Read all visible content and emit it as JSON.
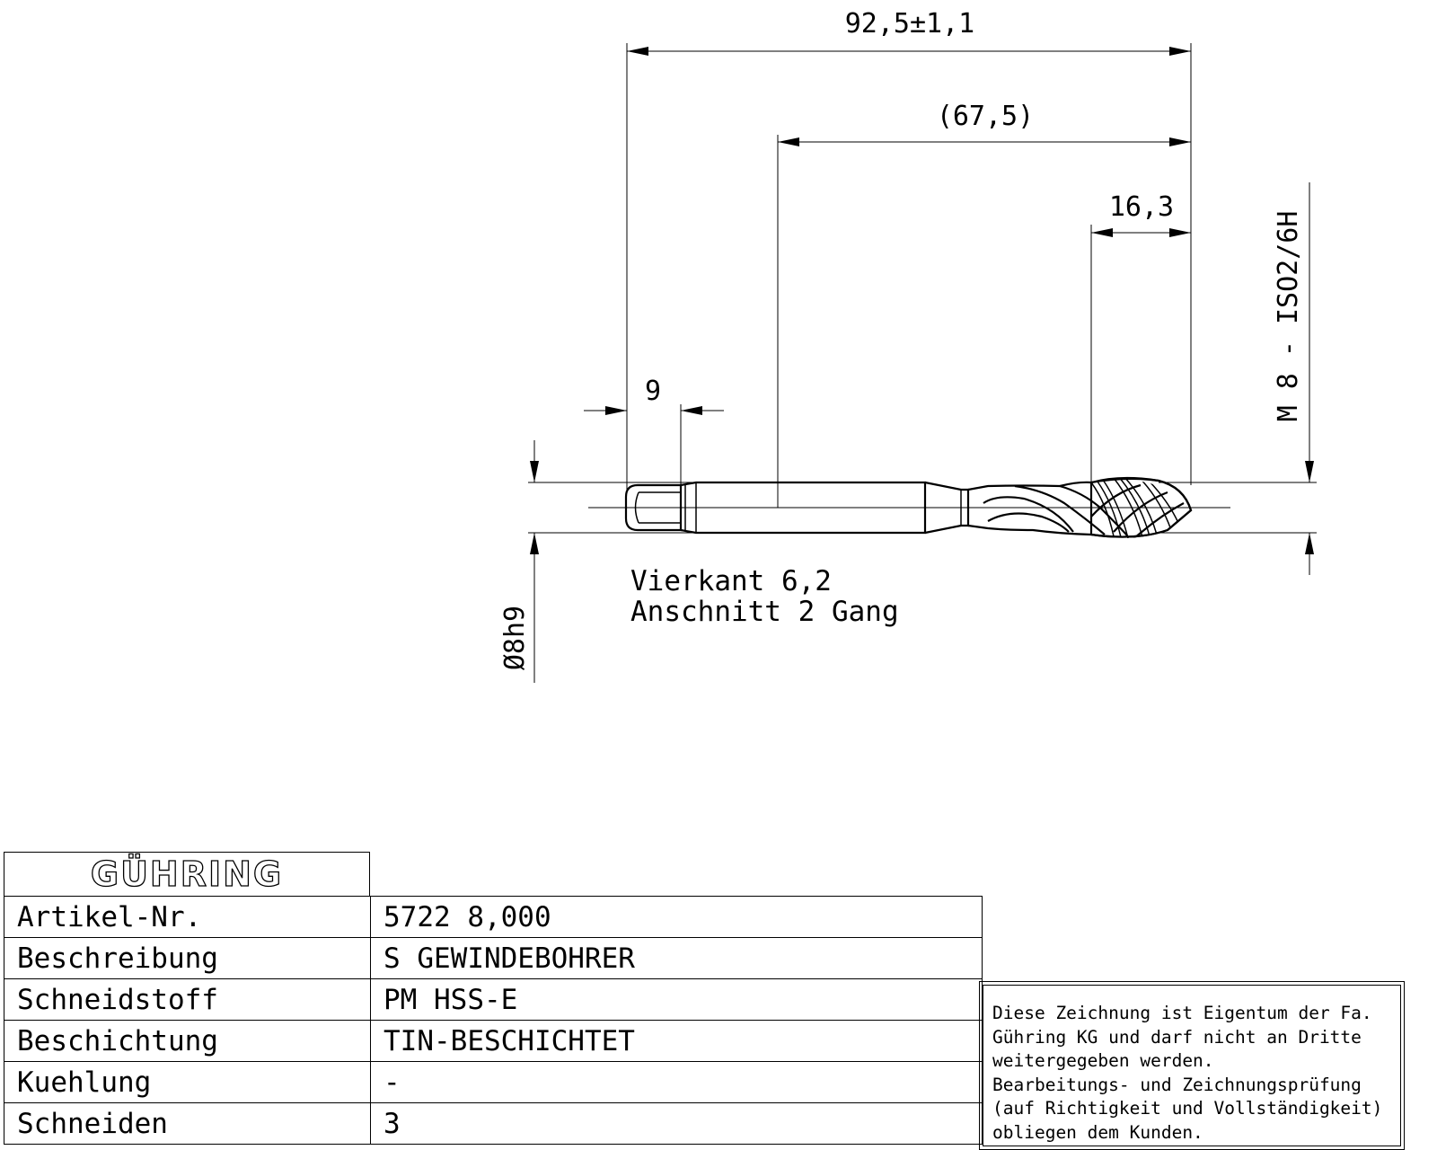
{
  "dimensions": {
    "overall_length": "92,5±1,1",
    "shank_to_tip": "(67,5)",
    "thread_length": "16,3",
    "square_length": "9",
    "shank_diameter": "Ø8h9",
    "thread_designation": "M 8 - ISO2/6H"
  },
  "notes": {
    "line1": "Vierkant 6,2",
    "line2": "Anschnitt 2 Gang"
  },
  "title_block": {
    "logo": "GÜHRING",
    "rows": [
      {
        "label": "Artikel-Nr.",
        "value": "5722 8,000"
      },
      {
        "label": "Beschreibung",
        "value": "S GEWINDEBOHRER"
      },
      {
        "label": "Schneidstoff",
        "value": "PM HSS-E"
      },
      {
        "label": "Beschichtung",
        "value": "TIN-BESCHICHTET"
      },
      {
        "label": "Kuehlung",
        "value": "-"
      },
      {
        "label": "Schneiden",
        "value": "3"
      }
    ]
  },
  "notice": "Diese Zeichnung ist Eigentum der Fa.\nGühring KG und darf nicht an Dritte\nweitergegeben werden.\nBearbeitungs- und Zeichnungsprüfung\n(auf Richtigkeit und Vollständigkeit)\nobliegen dem Kunden."
}
